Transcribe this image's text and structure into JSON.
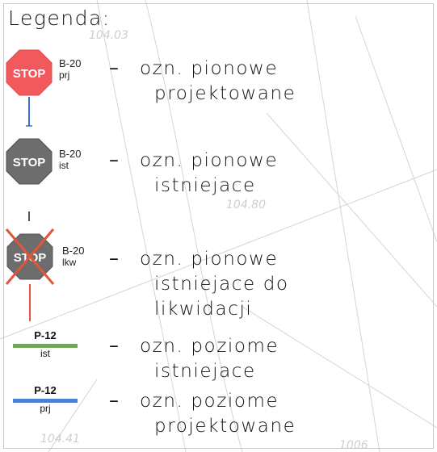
{
  "title": "Legenda:",
  "items": [
    {
      "code": "B-20",
      "sub": "prj",
      "dash": "–",
      "line1": "ozn. pionowe",
      "line2": "projektowane",
      "color": "#f2595c",
      "post": "#3a6fcf"
    },
    {
      "code": "B-20",
      "sub": "ist",
      "dash": "–",
      "line1": "ozn. pionowe",
      "line2": "istniejace",
      "color": "#6d6d6d",
      "post": "#555555"
    },
    {
      "code": "B-20",
      "sub": "lkw",
      "dash": "–",
      "line1": "ozn. pionowe",
      "line2": "istniejace do",
      "line3": "likwidacji",
      "color": "#6d6d6d",
      "post": "#e2553a",
      "cross": "#e2553a"
    },
    {
      "code": "P-12",
      "sub": "ist",
      "dash": "–",
      "line1": "ozn. poziome",
      "line2": "istniejace",
      "bar": "#6fa65a"
    },
    {
      "code": "P-12",
      "sub": "prj",
      "dash": "–",
      "line1": "ozn. poziome",
      "line2": "projektowane",
      "bar": "#4a7fd6"
    }
  ],
  "sign_text": "STOP",
  "map_labels": {
    "a": "104.03",
    "b": "104.80",
    "c": "104.41",
    "d": "1006"
  }
}
